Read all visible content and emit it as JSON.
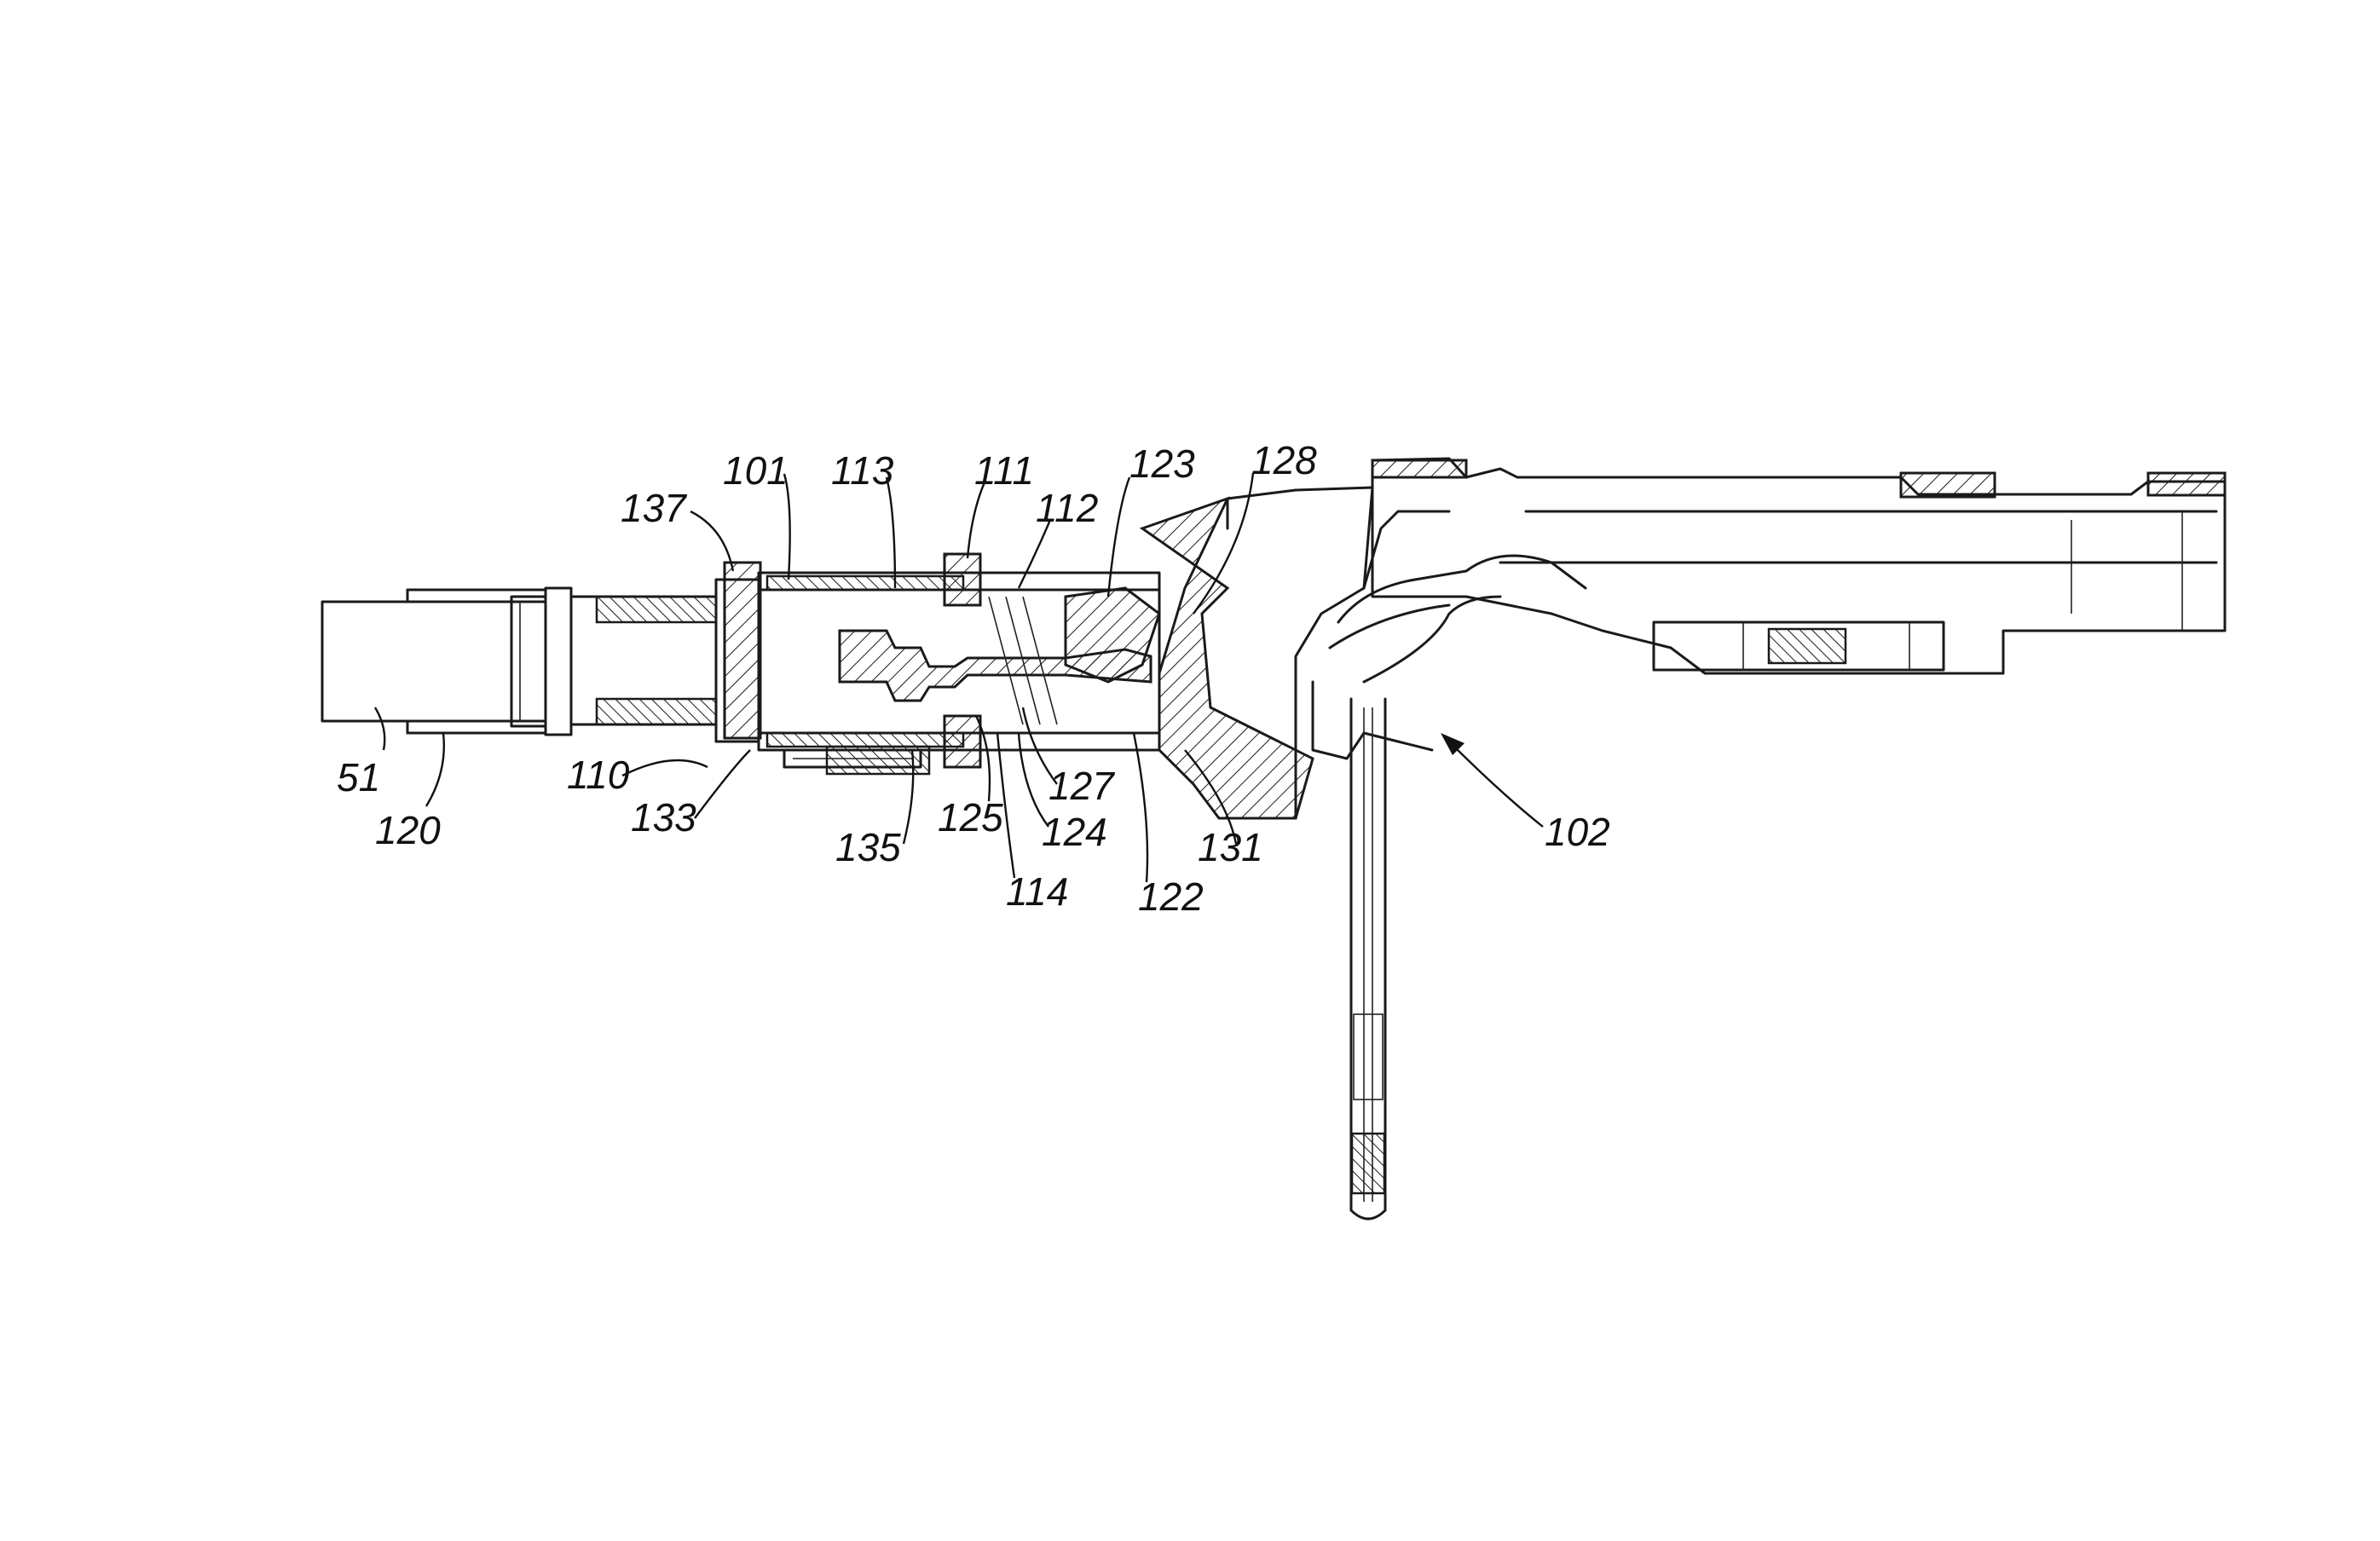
{
  "figure": {
    "labels": [
      {
        "id": "lbl-51",
        "text": "51"
      },
      {
        "id": "lbl-120",
        "text": "120"
      },
      {
        "id": "lbl-137",
        "text": "137"
      },
      {
        "id": "lbl-101",
        "text": "101"
      },
      {
        "id": "lbl-113",
        "text": "113"
      },
      {
        "id": "lbl-111",
        "text": "111"
      },
      {
        "id": "lbl-112",
        "text": "112"
      },
      {
        "id": "lbl-123",
        "text": "123"
      },
      {
        "id": "lbl-128",
        "text": "128"
      },
      {
        "id": "lbl-110",
        "text": "110"
      },
      {
        "id": "lbl-133",
        "text": "133"
      },
      {
        "id": "lbl-135",
        "text": "135"
      },
      {
        "id": "lbl-125",
        "text": "125"
      },
      {
        "id": "lbl-127",
        "text": "127"
      },
      {
        "id": "lbl-124",
        "text": "124"
      },
      {
        "id": "lbl-114",
        "text": "114"
      },
      {
        "id": "lbl-122",
        "text": "122"
      },
      {
        "id": "lbl-131",
        "text": "131"
      },
      {
        "id": "lbl-102",
        "text": "102"
      }
    ]
  }
}
